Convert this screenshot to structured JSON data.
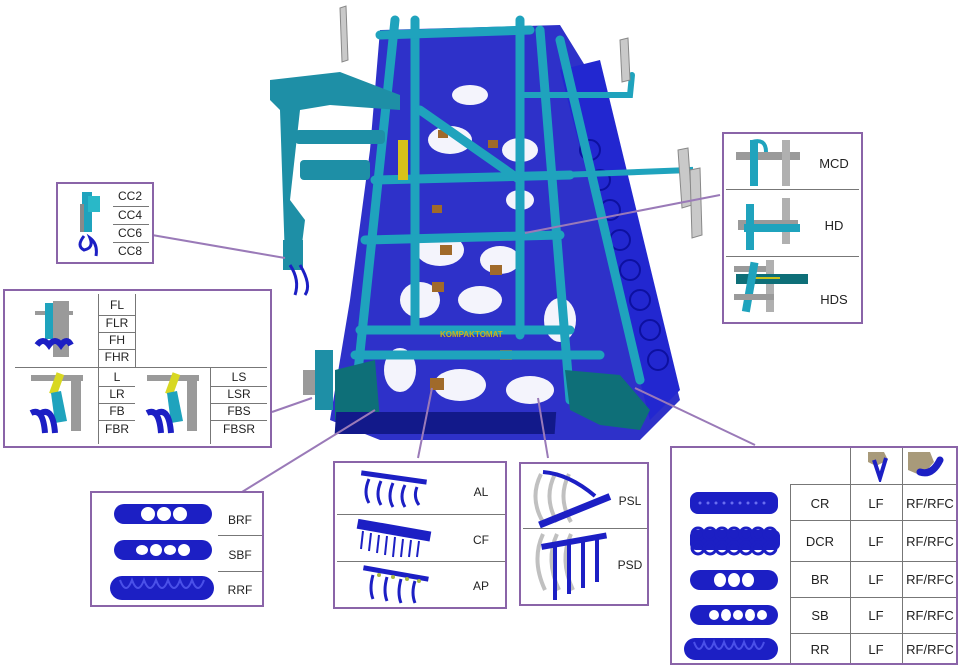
{
  "figure": {
    "type": "annotated-machine-diagram",
    "machine_label": "KOMPAKTOMAT",
    "colors": {
      "frame_cyan": "#1fa3bd",
      "frame_dark_teal": "#0e6f78",
      "tines_blue": "#1c1fc4",
      "spring_brown": "#a06a2a",
      "callout_border": "#8a64a8",
      "connector": "#9a7ab8"
    }
  },
  "callouts": {
    "cc": {
      "labels": [
        "CC2",
        "CC4",
        "CC6",
        "CC8"
      ]
    },
    "front": {
      "top_labels": [
        "FL",
        "FLR",
        "FH",
        "FHR"
      ],
      "bottom_left_labels": [
        "L",
        "LR",
        "FB",
        "FBR"
      ],
      "bottom_right_labels": [
        "LS",
        "LSR",
        "FBS",
        "FBSR"
      ]
    },
    "discs": {
      "labels": [
        "MCD",
        "HD",
        "HDS"
      ]
    },
    "front_rollers": {
      "labels": [
        "BRF",
        "SBF",
        "RRF"
      ]
    },
    "tines": {
      "labels": [
        "AL",
        "CF",
        "AP"
      ]
    },
    "levelling": {
      "labels": [
        "PSL",
        "PSD"
      ]
    },
    "rear_rollers": {
      "header_icons": [
        "lf-scraper-icon",
        "rf-scraper-icon"
      ],
      "rows": [
        {
          "roller": "CR",
          "col1": "LF",
          "col2": "RF/RFC"
        },
        {
          "roller": "DCR",
          "col1": "LF",
          "col2": "RF/RFC"
        },
        {
          "roller": "BR",
          "col1": "LF",
          "col2": "RF/RFC"
        },
        {
          "roller": "SB",
          "col1": "LF",
          "col2": "RF/RFC"
        },
        {
          "roller": "RR",
          "col1": "LF",
          "col2": "RF/RFC"
        }
      ]
    }
  }
}
